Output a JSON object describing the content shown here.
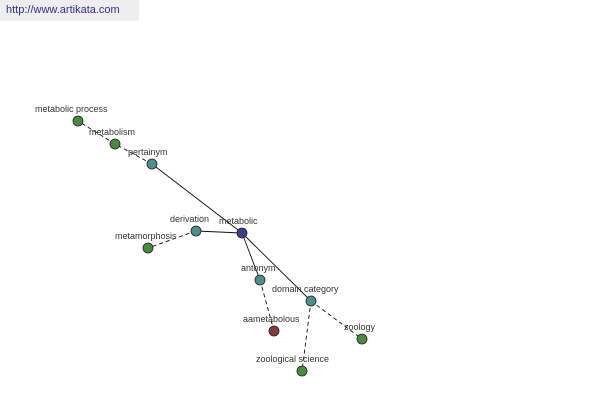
{
  "source": {
    "url_text": "http://www.artikata.com"
  },
  "colors": {
    "center": "#3b3f8c",
    "relation": "#4d8f8a",
    "term": "#4a8a3f",
    "antonym_term": "#8a3a3a"
  },
  "graph": {
    "nodes": [
      {
        "id": "metabolic",
        "label": "metabolic",
        "kind": "center"
      },
      {
        "id": "pertainym",
        "label": "pertainym",
        "kind": "relation"
      },
      {
        "id": "derivation",
        "label": "derivation",
        "kind": "relation"
      },
      {
        "id": "antonym",
        "label": "antonym",
        "kind": "relation"
      },
      {
        "id": "domain-category",
        "label": "domain category",
        "kind": "relation"
      },
      {
        "id": "metabolic-process",
        "label": "metabolic process",
        "kind": "term"
      },
      {
        "id": "metabolism",
        "label": "metabolism",
        "kind": "term"
      },
      {
        "id": "metamorphosis",
        "label": "metamorphosis",
        "kind": "term"
      },
      {
        "id": "aametabolous",
        "label": "aametabolous",
        "kind": "antonym_term"
      },
      {
        "id": "zoology",
        "label": "zoology",
        "kind": "term"
      },
      {
        "id": "zoological-science",
        "label": "zoological science",
        "kind": "term"
      }
    ],
    "edges": [
      {
        "from": "metabolic",
        "to": "pertainym",
        "style": "solid"
      },
      {
        "from": "metabolic",
        "to": "derivation",
        "style": "solid"
      },
      {
        "from": "metabolic",
        "to": "antonym",
        "style": "solid"
      },
      {
        "from": "metabolic",
        "to": "domain-category",
        "style": "solid"
      },
      {
        "from": "pertainym",
        "to": "metabolism",
        "style": "dashed"
      },
      {
        "from": "metabolism",
        "to": "metabolic-process",
        "style": "dashed"
      },
      {
        "from": "derivation",
        "to": "metamorphosis",
        "style": "dashed"
      },
      {
        "from": "antonym",
        "to": "aametabolous",
        "style": "dashed"
      },
      {
        "from": "domain-category",
        "to": "zoology",
        "style": "dashed"
      },
      {
        "from": "domain-category",
        "to": "zoological-science",
        "style": "dashed"
      }
    ]
  }
}
